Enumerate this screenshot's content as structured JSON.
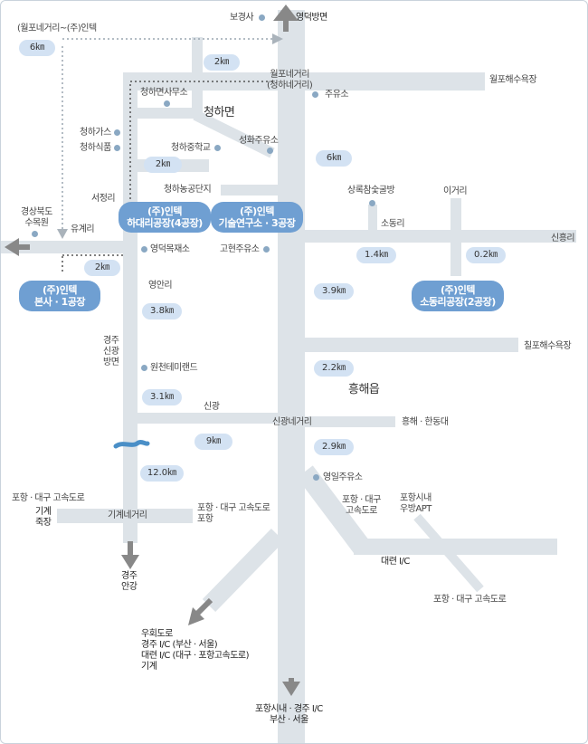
{
  "labels": {
    "wolpo_route": "(월포네거리~(주)인텍",
    "bogyeongsa": "보경사",
    "yeongdeok_dir": "영덕방면",
    "wolpo_crossroad": "월포네거리\n(청하네거리)",
    "wolpo_beach": "월포해수욕장",
    "cheongha_office": "청하면사무소",
    "juyuso": "주유소",
    "cheongha_myeon": "청하면",
    "cheongha_gas": "청하가스",
    "cheongha_food": "청하식품",
    "cheongha_middle": "청하중학교",
    "seonghwa_gas": "성화주유소",
    "cheongha_agri": "청하농공단지",
    "sangnok": "상록참숯굴방",
    "igari": "이거리",
    "seojeongri": "서정리",
    "gyeongbuk_arboretum": "경상북도\n수목원",
    "yugyeri": "유계리",
    "sodongri": "소동리",
    "sinheungri": "신흥리",
    "yeongdeok_lumber": "영덕목재소",
    "gohyeon_gas": "고현주유소",
    "yeonganri": "영안리",
    "chilpo_beach": "칠포해수욕장",
    "gyeongju_singwang": "경주\n신광\n방면",
    "woncheon_land": "원천테미랜드",
    "heunghae_eup": "흥해읍",
    "singwang": "신광",
    "singwang_crossroad": "신광네거리",
    "heunghae_handong": "흥해 · 한동대",
    "yeongil_gas": "영일주유소",
    "pohang_daegu_exp_w": "포항 · 대구 고속도로",
    "gigye_jukjang": "기계\n죽장",
    "gigye_crossroad": "기계네거리",
    "pohang_daegu_exp_pohang": "포항 · 대구 고속도로\n포항",
    "pohang_daegu_exp_e": "포항 · 대구\n고속도로",
    "pohang_city_apt": "포항시내\n우방APT",
    "daeryeon_ic": "대련 I/C",
    "pohang_daegu_exp_se": "포항 · 대구 고속도로",
    "gyeongju_angang": "경주\n안강",
    "detour": "우회도로\n경주 I/C (부산 · 서울)\n대련 I/C (대구 · 포항고속도로)\n기계",
    "bottom_dir": "포항시내 · 경주 I/C\n부산 · 서울"
  },
  "distances": {
    "d_6km_top": "6㎞",
    "d_2km_top": "2㎞",
    "d_2km_mid": "2㎞",
    "d_6km_mid": "6㎞",
    "d_2km_left": "2㎞",
    "d_1_4km": "1.4㎞",
    "d_0_2km": "0.2㎞",
    "d_3_9km": "3.9㎞",
    "d_3_8km": "3.8㎞",
    "d_2_2km": "2.2㎞",
    "d_3_1km": "3.1㎞",
    "d_9km": "9㎞",
    "d_2_9km": "2.9㎞",
    "d_12km": "12.0㎞"
  },
  "badges": {
    "hadae": "(주)인텍\n하대리공장(4공장)",
    "lab": "(주)인텍\n기술연구소 · 3공장",
    "hq": "(주)인텍\n본사 · 1공장",
    "sodong": "(주)인텍\n소동리공장(2공장)"
  },
  "colors": {
    "road": "#dde3e8",
    "badge": "#6f9fd2",
    "distance_pill": "#d3e2f3",
    "poi_dot": "#8aa8c3",
    "arrow": "#888888",
    "river": "#4a8fc7"
  }
}
